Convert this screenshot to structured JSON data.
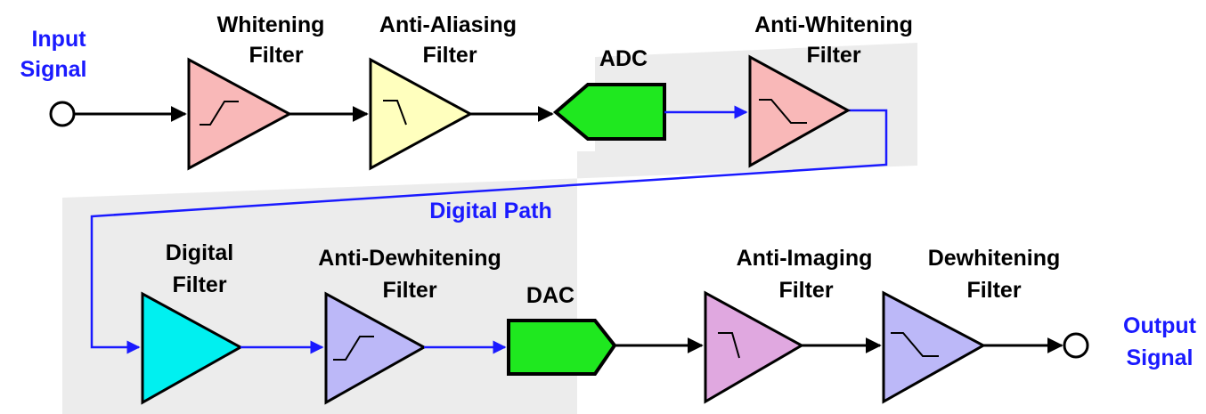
{
  "input": {
    "line1": "Input",
    "line2": "Signal"
  },
  "output": {
    "line1": "Output",
    "line2": "Signal"
  },
  "digital_path_label": "Digital Path",
  "blocks": {
    "whitening": {
      "line1": "Whitening",
      "line2": "Filter",
      "fill": "#f9b8b8"
    },
    "anti_aliasing": {
      "line1": "Anti-Aliasing",
      "line2": "Filter",
      "fill": "#ffffbe"
    },
    "adc": {
      "line1": "ADC",
      "fill": "#1fe81f"
    },
    "anti_whitening": {
      "line1": "Anti-Whitening",
      "line2": "Filter",
      "fill": "#f9b8b8"
    },
    "digital": {
      "line1": "Digital",
      "line2": "Filter",
      "fill": "#00f0f0"
    },
    "anti_dewhitening": {
      "line1": "Anti-Dewhitening",
      "line2": "Filter",
      "fill": "#bcb8f8"
    },
    "dac": {
      "line1": "DAC",
      "fill": "#1fe81f"
    },
    "anti_imaging": {
      "line1": "Anti-Imaging",
      "line2": "Filter",
      "fill": "#e0a8e0"
    },
    "dewhitening": {
      "line1": "Dewhitening",
      "line2": "Filter",
      "fill": "#bcb8f8"
    }
  },
  "colors": {
    "analog_wire": "#000000",
    "digital_wire": "#1a1aff",
    "digital_region": "#ececec",
    "label_blue": "#1a1aff"
  }
}
